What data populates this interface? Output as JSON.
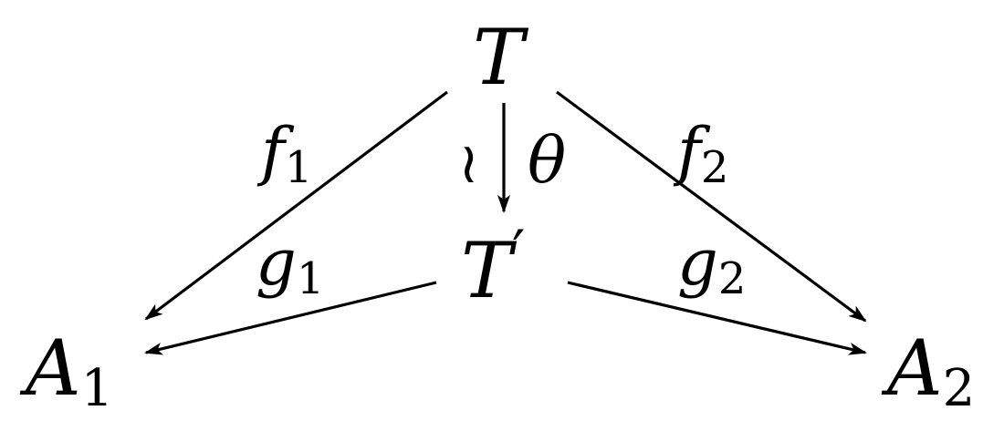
{
  "nodes": {
    "top": {
      "base": "T"
    },
    "middle": {
      "base": "T",
      "prime": "′"
    },
    "left": {
      "base": "A",
      "sub": "1"
    },
    "right": {
      "base": "A",
      "sub": "2"
    }
  },
  "labels": {
    "f1": {
      "base": "f",
      "sub": "1"
    },
    "f2": {
      "base": "f",
      "sub": "2"
    },
    "g1": {
      "base": "g",
      "sub": "1"
    },
    "g2": {
      "base": "g",
      "sub": "2"
    },
    "theta": {
      "base": "θ"
    },
    "iso": {
      "symbol": "≀"
    }
  }
}
